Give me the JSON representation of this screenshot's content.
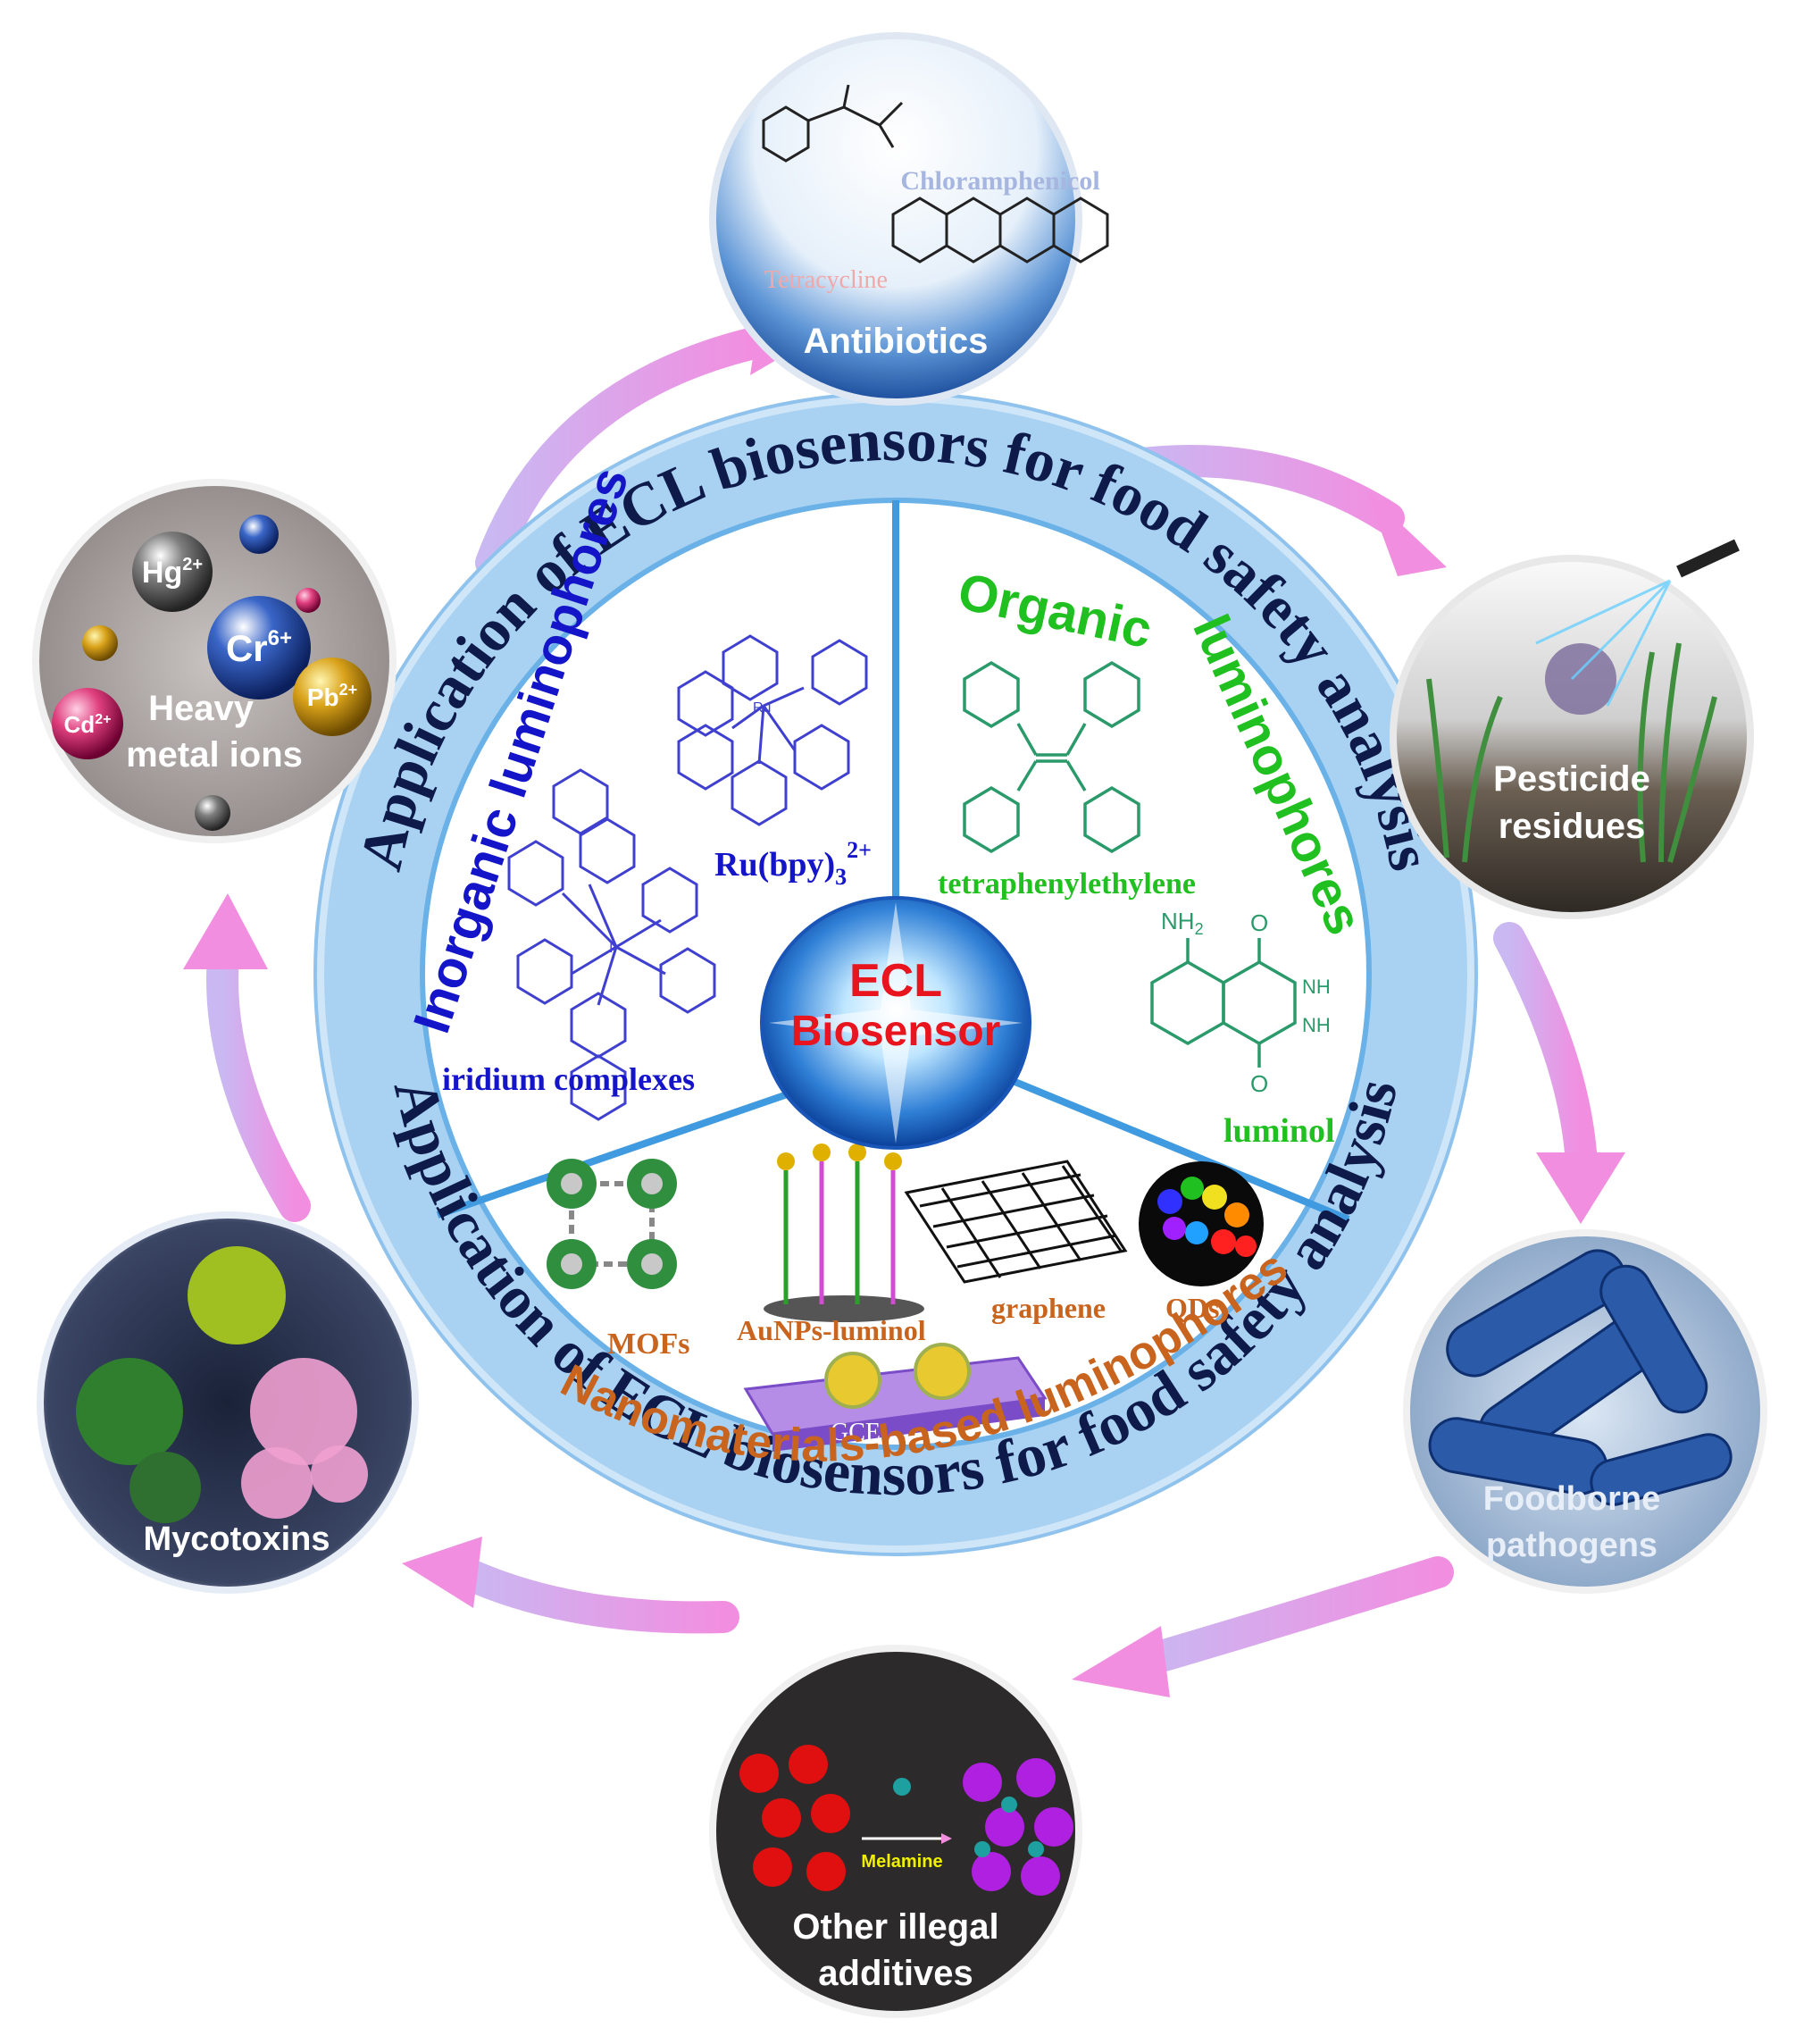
{
  "center": {
    "line1": "ECL",
    "line2": "Biosensor"
  },
  "ring_text": {
    "top": "Application of ECL biosensors for food safety analysis",
    "bottom": "Application of ECL biosensors for food safety analysis"
  },
  "sectors": {
    "inorganic": {
      "title": "Inorganic luminophores",
      "ru_label": "Ru(bpy)",
      "ru_sub": "3",
      "ru_sup": "2+",
      "ir_label": "iridium complexes"
    },
    "organic": {
      "title_word1": "Organic",
      "title_word2": "luminophores",
      "tpe_label": "tetraphenylethylene",
      "luminol_label": "luminol",
      "nh2": "NH",
      "nh2_sub": "2",
      "o_label": "O",
      "nh_label": "NH"
    },
    "nano": {
      "title": "Nanomaterials-based luminophores",
      "mofs": "MOFs",
      "aunps": "AuNPs-luminol",
      "graphene": "graphene",
      "qds": "QDs",
      "gce": "GCE"
    }
  },
  "satellites": {
    "antibiotics": {
      "label": "Antibiotics",
      "drug1": "Chloramphenicol",
      "drug2": "Tetracycline"
    },
    "pesticide": {
      "line1": "Pesticide",
      "line2": "residues"
    },
    "pathogens": {
      "line1": "Foodborne",
      "line2": "pathogens"
    },
    "additives": {
      "line1": "Other illegal",
      "line2": "additives",
      "melamine": "Melamine"
    },
    "mycotoxins": {
      "label": "Mycotoxins"
    },
    "heavy_metals": {
      "line1": "Heavy",
      "line2": "metal ions",
      "hg": "Hg",
      "hg_charge": "2+",
      "cr": "Cr",
      "cr_charge": "6+",
      "pb": "Pb",
      "pb_charge": "2+",
      "cd": "Cd",
      "cd_charge": "2+"
    }
  },
  "colors": {
    "ring": "#a9d2f2",
    "ring_dark": "#6ab1e8",
    "inorganic": "#1414c8",
    "organic": "#1fc01f",
    "nano": "#c8641e",
    "center_text": "#e8141e",
    "arrow": "#e89ae8",
    "molecule_blue": "#4040d0",
    "molecule_green": "#2a9a6a"
  }
}
